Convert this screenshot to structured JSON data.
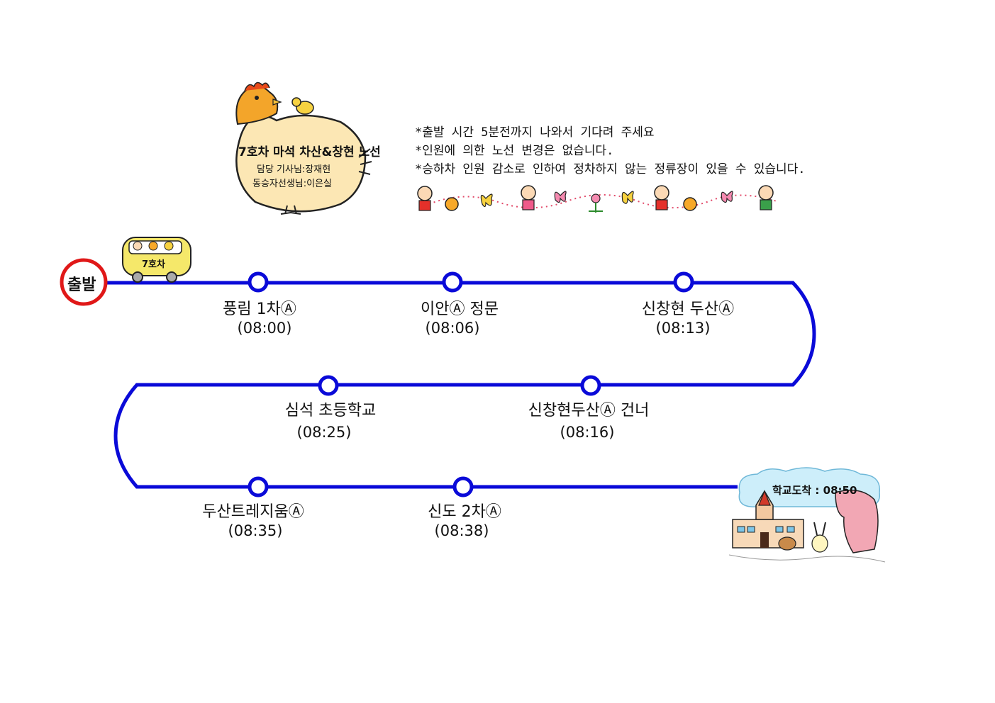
{
  "header": {
    "route_title": "7호차 마석 차산&창현 노선",
    "driver_line": "담당 기사님:장재현",
    "teacher_line": "동승자선생님:이은실"
  },
  "notices": [
    "*출발 시간 5분전까지 나와서 기다려 주세요",
    "*인원에 의한 노선 변경은 없습니다.",
    "*승하차 인원 감소로 인하여 정차하지 않는 정류장이  있을 수 있습니다."
  ],
  "start": {
    "label": "출발"
  },
  "bus": {
    "label": "7호차"
  },
  "stops": [
    {
      "name": "풍림 1차Ⓐ",
      "time": "(08:00)"
    },
    {
      "name": "이안Ⓐ 정문",
      "time": "(08:06)"
    },
    {
      "name": "신창현 두산Ⓐ",
      "time": "(08:13)"
    },
    {
      "name": "신창현두산Ⓐ 건너",
      "time": "(08:16)"
    },
    {
      "name": "심석 초등학교",
      "time": "(08:25)"
    },
    {
      "name": "두산트레지움Ⓐ",
      "time": "(08:35)"
    },
    {
      "name": "신도 2차Ⓐ",
      "time": "(08:38)"
    }
  ],
  "arrival": {
    "label": "학교도착 : 08:50"
  },
  "colors": {
    "route_line": "#0a0ad8",
    "start_circle": "#e01818",
    "hen_body": "#fce7b4",
    "hen_head": "#f3a52a",
    "bus": "#f5e86a",
    "sky": "#cdeefa"
  }
}
